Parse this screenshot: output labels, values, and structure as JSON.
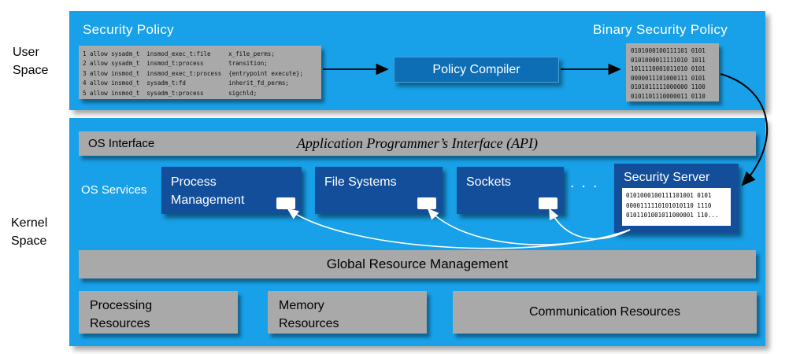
{
  "side_labels": {
    "user": "User\nSpace",
    "kernel": "Kernel\nSpace"
  },
  "user_space": {
    "policy_title": "Security Policy",
    "policy_code": "1 allow sysadm_t  insmod_exec_t:file     x_file_perms;\n2 allow sysadm_t  insmod_t:process       transition;\n3 allow insmod_t  insmod_exec_t:process  {entrypoint execute};\n4 allow insmod_t  sysadm_t:fd            inherit_fd_perms;\n5 allow insmod_t  sysadm_t:process       sigchld;",
    "compiler_label": "Policy Compiler",
    "binary_title": "Binary Security Policy",
    "binary_code": "0101000100111101 0101\n0101000011111010 1011\n1011110001011010 0101\n0000011101000111 0101\n0101011111000000 1100\n0101101110000011 0110"
  },
  "kernel_space": {
    "os_interface_label": "OS Interface",
    "api_label": "Application Programmer’s Interface (API)",
    "os_services_label": "OS Services",
    "services": [
      "Process\nManagement",
      "File Systems",
      "Sockets"
    ],
    "ellipsis": ". . .",
    "security_server": {
      "title": "Security Server",
      "binary": "0101000100111101001 0101\n0000111110101010110 1110\n0101101001011000001 110..."
    },
    "global_resource_label": "Global Resource Management",
    "resources": [
      "Processing\nResources",
      "Memory\nResources",
      "Communication Resources"
    ]
  },
  "colors": {
    "space_background": "#18a0e8",
    "compiler_background": "#0d6eb5",
    "service_background": "#134e9b",
    "box_gray": "#a9a9a9",
    "arrow_black": "#000000",
    "arrow_white": "#ffffff"
  }
}
